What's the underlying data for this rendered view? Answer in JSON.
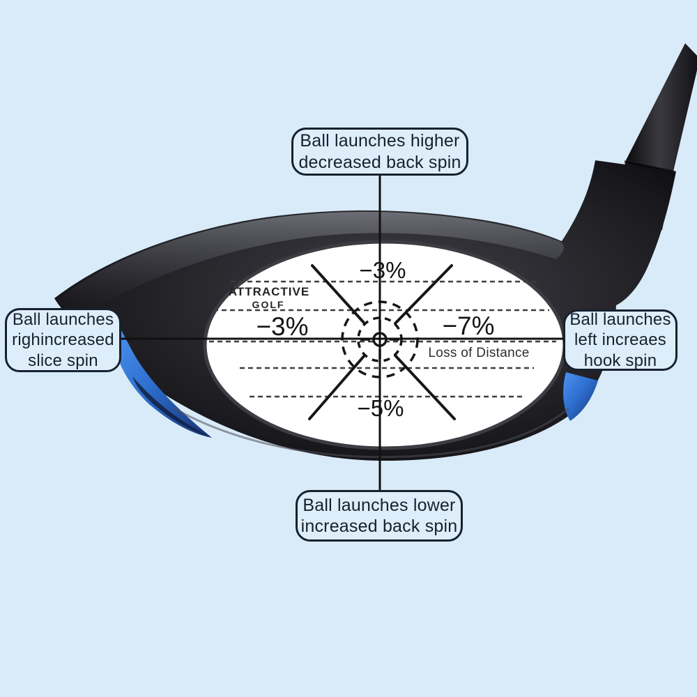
{
  "page": {
    "background_color": "#d9ebf8",
    "callout_border_color": "#17212e",
    "club_accent_color": "#2e6fd0"
  },
  "callouts": {
    "top": "Ball launches higher\ndecreased back spin",
    "left": "Ball launches\nrighincreased\nslice spin",
    "right": "Ball launches\nleft increaes\nhook spin",
    "bottom": "Ball launches lower\nincreased back spin"
  },
  "sticker": {
    "brand_top": "ATTRACTIVE",
    "brand_bottom": "GOLF",
    "value_top": "−3%",
    "value_left": "−3%",
    "value_right": "−7%",
    "value_bottom": "−5%",
    "caption_right": "Loss of Distance"
  }
}
